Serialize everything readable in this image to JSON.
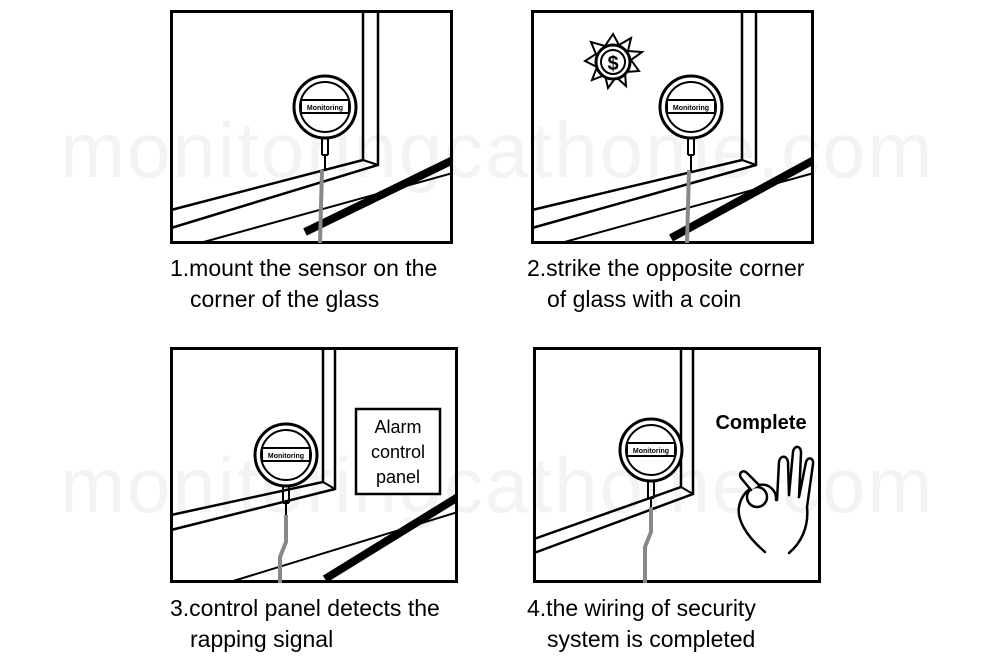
{
  "watermark": "monitoringcathome.com",
  "sensor_label": "Monitoring",
  "steps": [
    {
      "line1": "1.mount the sensor on the",
      "line2": "corner of the glass"
    },
    {
      "line1": "2.strike the opposite corner",
      "line2": "of glass with a coin"
    },
    {
      "line1": "3.control panel detects the",
      "line2": "rapping signal"
    },
    {
      "line1": "4.the wiring of security",
      "line2": "system is completed"
    }
  ],
  "coin_symbol": "$",
  "alarm_panel": {
    "line1": "Alarm",
    "line2": "control",
    "line3": "panel"
  },
  "complete_text": "Complete",
  "icons": [
    "sensor-icon",
    "coin-burst-icon",
    "ok-hand-icon"
  ]
}
